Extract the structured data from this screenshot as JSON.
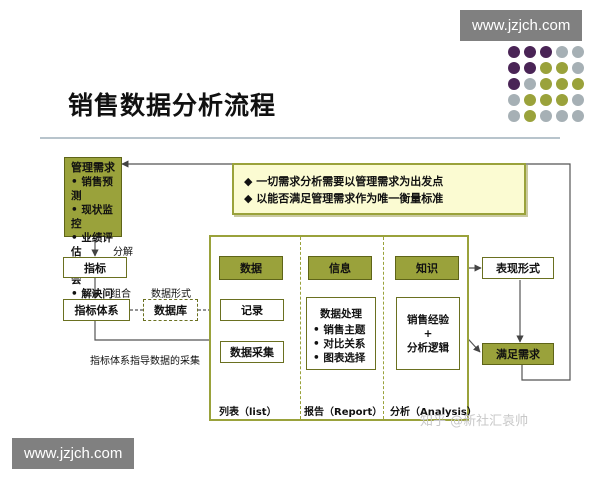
{
  "watermark_top": "www.jzjch.com",
  "watermark_bottom": "www.jzjch.com",
  "title": "销售数据分析流程",
  "management_box": {
    "heading": "管理需求",
    "items": [
      "销售预测",
      "现状监控",
      "业绩评估",
      "发现机会",
      "解决问题"
    ]
  },
  "principles": [
    "◆ 一切需求分析需要以管理需求为出发点",
    "◆ 以能否满足管理需求作为唯一衡量标准"
  ],
  "left_flow": {
    "decompose_label": "分解",
    "indicator": "指标",
    "combine_label": "组合",
    "indicator_system": "指标体系",
    "data_form_label": "数据形式",
    "database": "数据库",
    "guide_label": "指标体系指导数据的采集"
  },
  "panel": {
    "data": "数据",
    "record": "记录",
    "data_collection": "数据采集",
    "info": "信息",
    "processing_title": "数据处理",
    "processing_items": [
      "销售主题",
      "对比关系",
      "图表选择"
    ],
    "knowledge": "知识",
    "experience_line1": "销售经验",
    "experience_plus": "+",
    "experience_line2": "分析逻辑",
    "col1_caption": "列表（list）",
    "col2_caption": "报告（Report）",
    "col3_caption": "分析（Analysis）"
  },
  "right_flow": {
    "expression": "表现形式",
    "satisfy": "满足需求"
  },
  "credit": "知乎 @新社汇袁帅",
  "colors": {
    "olive": "#9aa23b",
    "purple": "#4a2456",
    "grey": "#a6b0b5",
    "yellow": "#fbfbd2"
  }
}
